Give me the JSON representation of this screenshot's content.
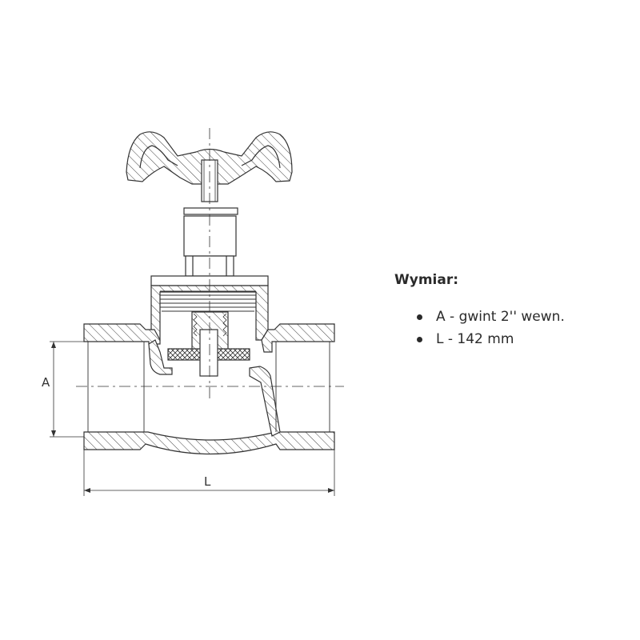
{
  "drawing": {
    "dimension_a_label": "A",
    "dimension_l_label": "L"
  },
  "spec": {
    "title": "Wymiar:",
    "items": [
      {
        "text": "A - gwint 2'' wewn."
      },
      {
        "text": "L - 142 mm"
      }
    ]
  }
}
